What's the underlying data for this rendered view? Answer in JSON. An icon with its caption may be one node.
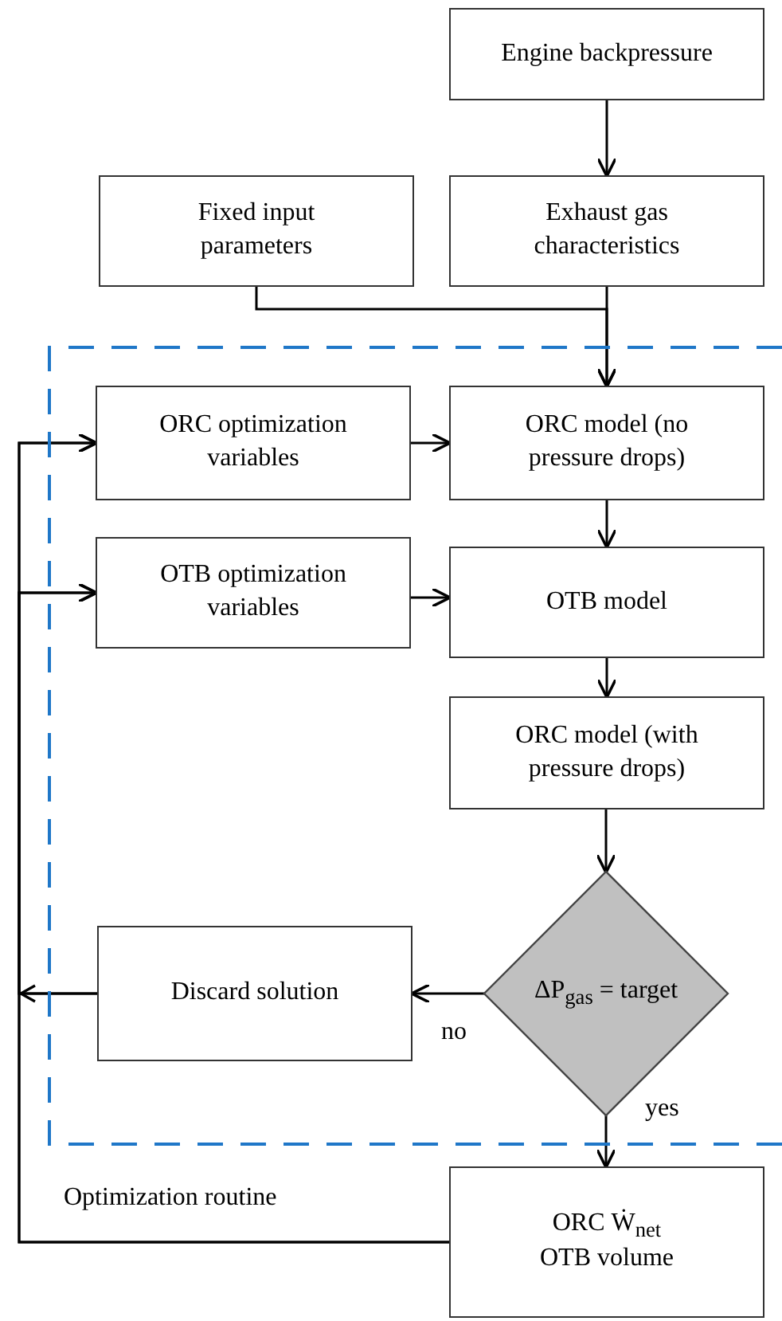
{
  "diagram": {
    "nodes": [
      {
        "text": [
          "Engine backpressure"
        ]
      },
      {
        "text": [
          "Fixed input parameters"
        ]
      },
      {
        "text": [
          "Exhaust gas characteristics"
        ]
      },
      {
        "text": [
          "Optimization routine"
        ]
      },
      {
        "text": [
          "ORC optimization variables"
        ],
        "in": 3
      },
      {
        "text": [
          "ORC model (no pressure drops)"
        ],
        "in": 3
      },
      {
        "text": [
          "OTB optimization variables"
        ],
        "in": 3
      },
      {
        "text": [
          "OTB model"
        ],
        "in": 3
      },
      {
        "text": [
          "ORC model (with pressure drops)"
        ],
        "in": 3
      },
      {
        "text": [
          "ΔP$_{gas}$ = target"
        ],
        "in": 3
      },
      {
        "text": [
          "Discard solution"
        ],
        "in": 3
      },
      {
        "text": [
          "ORC Ẇ$_{net}$ OTB volume"
        ]
      }
    ],
    "edges": [
      {
        "from": 0,
        "to": 2,
        "arrow": "to"
      },
      {
        "from": 1,
        "to": 5,
        "arrow": "to"
      },
      {
        "from": 2,
        "to": 5,
        "arrow": "to"
      },
      {
        "from": 4,
        "to": 5,
        "arrow": "to"
      },
      {
        "from": 5,
        "to": 7,
        "arrow": "to"
      },
      {
        "from": 6,
        "to": 7,
        "arrow": "to"
      },
      {
        "from": 7,
        "to": 8,
        "arrow": "to"
      },
      {
        "from": 8,
        "to": 9,
        "arrow": "to"
      },
      {
        "from": 9,
        "to": 10,
        "arrow": "to",
        "label": "no"
      },
      {
        "from": 9,
        "to": 11,
        "arrow": "to",
        "label": "yes"
      },
      {
        "from": 11,
        "to": 4,
        "arrow": "to"
      },
      {
        "from": 11,
        "to": 6,
        "arrow": "to"
      },
      {
        "from": 10,
        "to": 4,
        "arrow": "to"
      },
      {
        "from": 10,
        "to": 6,
        "arrow": "to"
      }
    ]
  }
}
